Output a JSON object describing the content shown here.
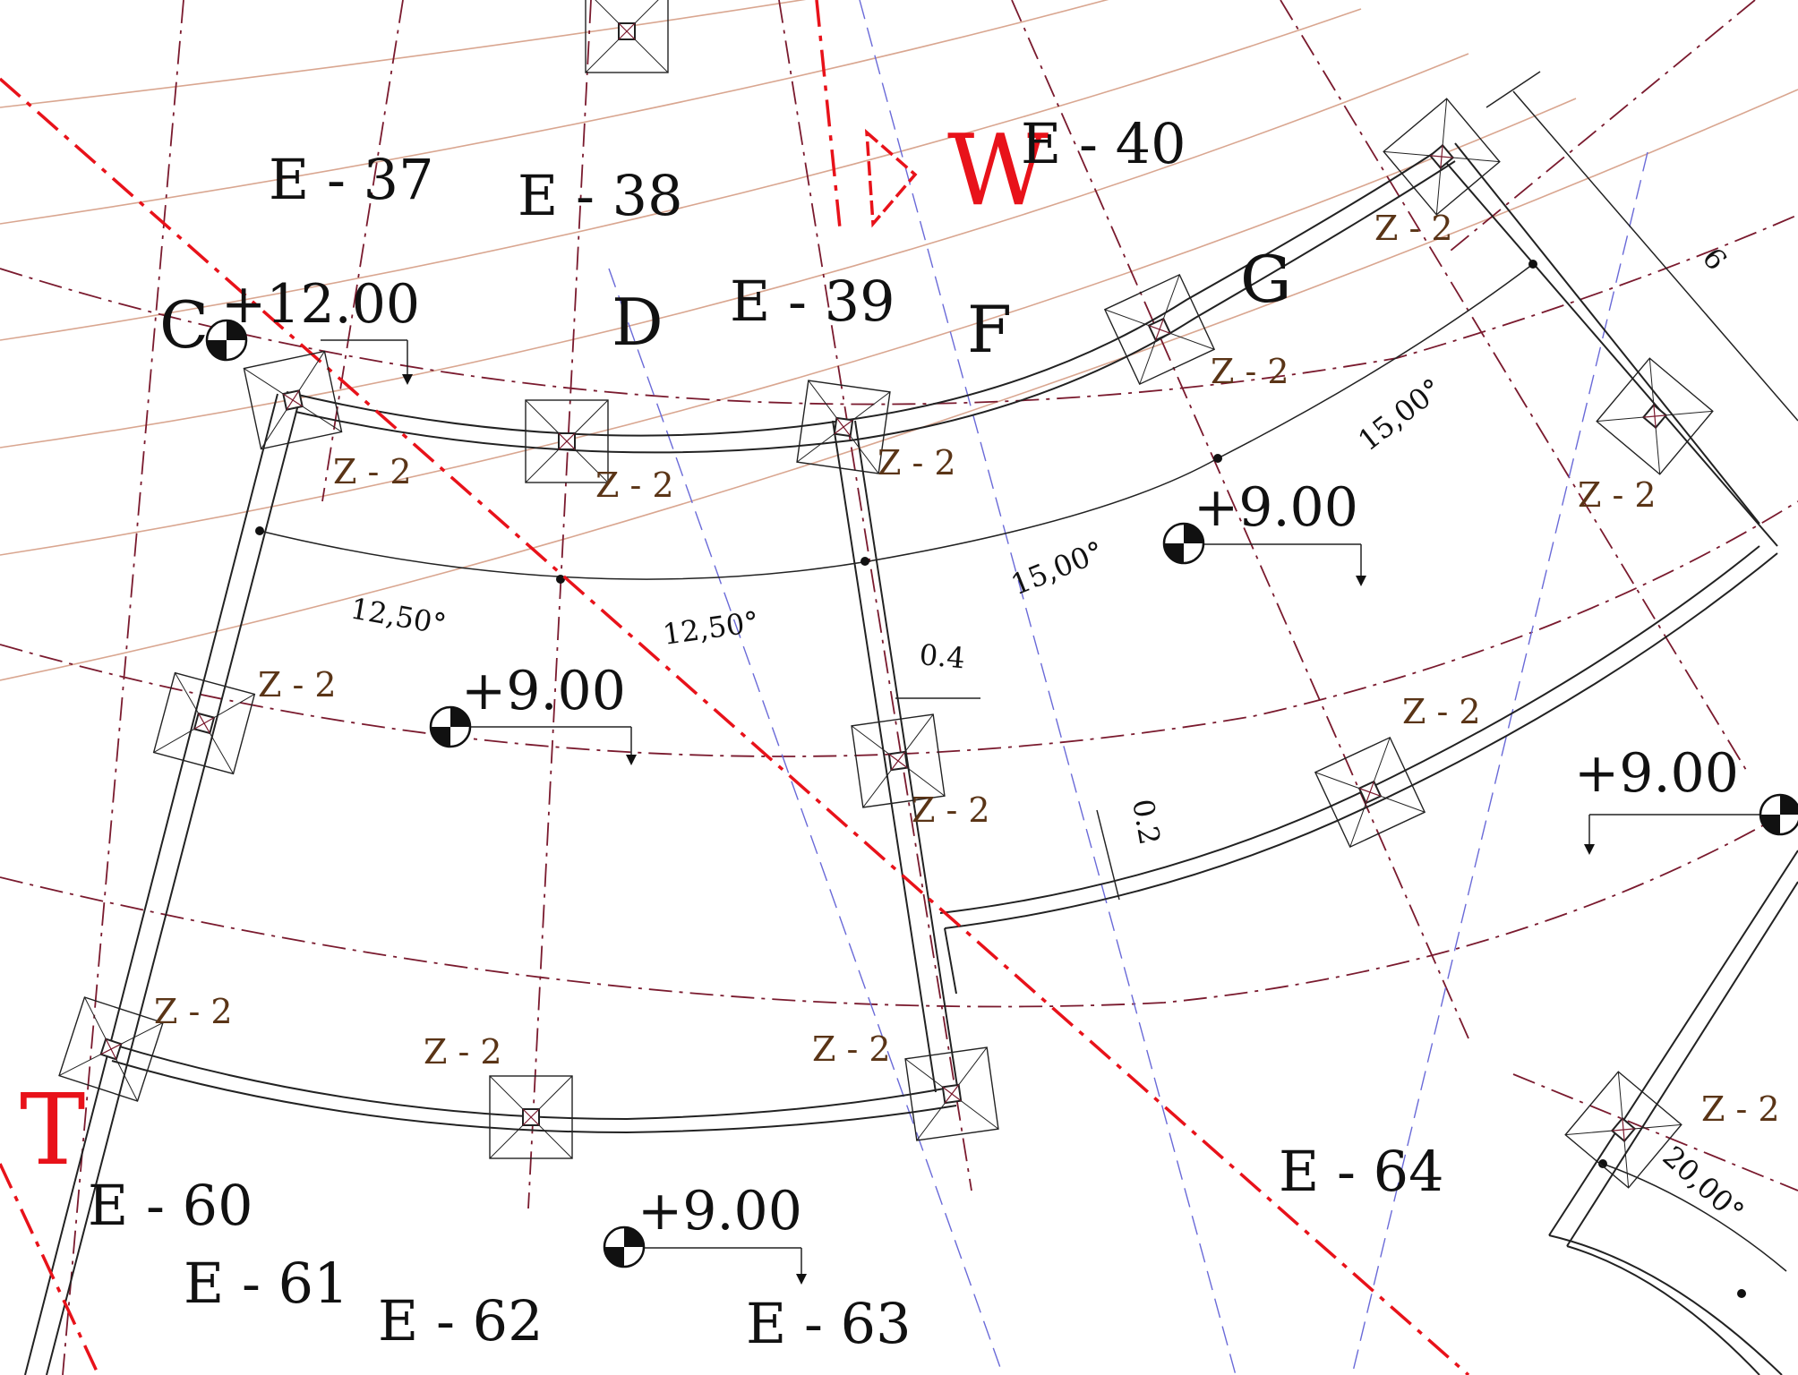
{
  "colors": {
    "wall": "#222222",
    "axis_dashdot": "#7a1a2e",
    "contour": "#d9a690",
    "section_line": "#e8121a",
    "blue_dashed": "#6a6ad8",
    "column_label": "#5a3416"
  },
  "axis_labels": [
    "C",
    "D",
    "F",
    "G"
  ],
  "grid_labels": [
    "E - 37",
    "E - 38",
    "E - 39",
    "E - 40",
    "E - 60",
    "E - 61",
    "E - 62",
    "E - 63",
    "E - 64"
  ],
  "section_markers": [
    "W",
    "T"
  ],
  "elevations": [
    "+12.00",
    "+9.00",
    "+9.00",
    "+9.00",
    "+9.00"
  ],
  "column_tag": "Z - 2",
  "dimensions": {
    "angles": [
      "12,50°",
      "12,50°",
      "15,00°",
      "15,00°",
      "20,00°"
    ],
    "thicknesses": [
      "0.4",
      "0.2"
    ],
    "length": "6"
  }
}
